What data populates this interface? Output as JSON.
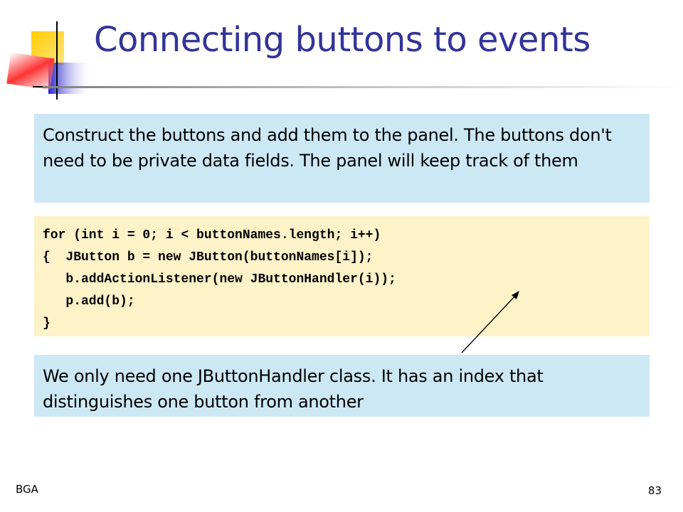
{
  "slide": {
    "title": "Connecting buttons to events",
    "intro_text": "Construct the buttons and add them to the panel. The buttons don't need to be private data fields. The panel will keep track of them",
    "code_lines": [
      "for (int i = 0; i < buttonNames.length; i++)",
      "{  JButton b = new JButton(buttonNames[i]);",
      "   b.addActionListener(new JButtonHandler(i));",
      "   p.add(b);",
      "}"
    ],
    "note_text": "We only need one JButtonHandler class. It has an index that distinguishes one button from another",
    "footer_left": "BGA",
    "page_number": "83"
  },
  "colors": {
    "title": "#333399",
    "blue_box": "#cde8f5",
    "yellow_box": "#fdf2c8",
    "logo_yellow": "#ffcc00",
    "logo_blue": "#3333cc",
    "logo_red": "#ff3333"
  }
}
